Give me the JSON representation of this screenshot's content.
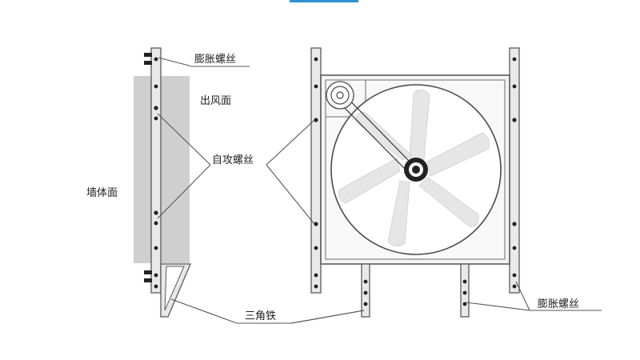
{
  "colors": {
    "accent_tab": "#2f8fd1",
    "wall": "#cfcfcf",
    "steel_fill": "#e9e9e9",
    "steel_stroke": "#5a5a5a",
    "panel_fill": "#f4f4f4",
    "blade": "#e6e6e6",
    "bolt": "#222222"
  },
  "labels": {
    "expansion_screw_top": "膨胀螺丝",
    "air_outlet_face": "出风面",
    "self_tapping_screw": "自攻螺丝",
    "wall_face": "墙体面",
    "triangle_iron": "三角铁",
    "expansion_screw_bottom": "膨胀螺丝"
  }
}
